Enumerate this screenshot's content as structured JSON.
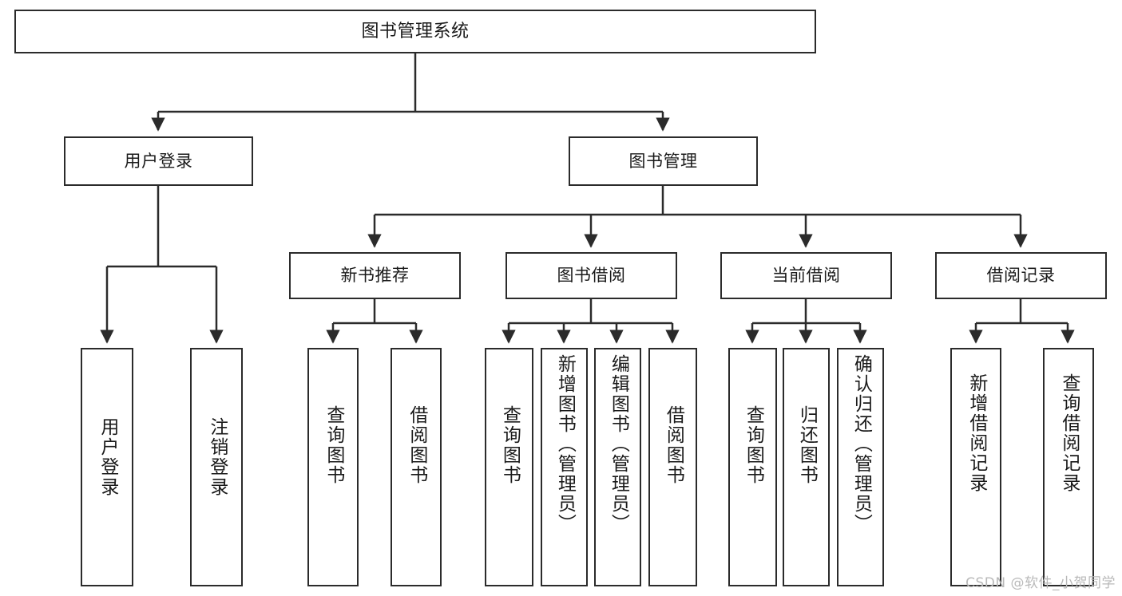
{
  "diagram": {
    "type": "tree-hierarchy-diagram",
    "title": "图书管理系统",
    "watermark": "CSDN @软件_小贺同学",
    "colors": {
      "stroke": "#2b2b2b",
      "fill": "#ffffff",
      "text": "#1a1a1a",
      "watermark": "#b9b9b9"
    },
    "nodes": {
      "root": {
        "label": "图书管理系统"
      },
      "level2": [
        {
          "id": "user-login",
          "label": "用户登录"
        },
        {
          "id": "book-management",
          "label": "图书管理"
        }
      ],
      "level3": [
        {
          "id": "new-book-recommend",
          "label": "新书推荐"
        },
        {
          "id": "book-borrow",
          "label": "图书借阅"
        },
        {
          "id": "current-borrow",
          "label": "当前借阅"
        },
        {
          "id": "borrow-record",
          "label": "借阅记录"
        }
      ],
      "leaves": {
        "user-login": [
          {
            "id": "leaf-user-login",
            "label": "用户登录"
          },
          {
            "id": "leaf-logout-login",
            "label": "注销登录"
          }
        ],
        "new-book-recommend": [
          {
            "id": "leaf-query-book-1",
            "label": "查询图书"
          },
          {
            "id": "leaf-borrow-book-1",
            "label": "借阅图书"
          }
        ],
        "book-borrow": [
          {
            "id": "leaf-query-book-2",
            "label": "查询图书"
          },
          {
            "id": "leaf-add-book",
            "label": "新增图书（管理员）"
          },
          {
            "id": "leaf-edit-book",
            "label": "编辑图书（管理员）"
          },
          {
            "id": "leaf-borrow-book-2",
            "label": "借阅图书"
          }
        ],
        "current-borrow": [
          {
            "id": "leaf-query-book-3",
            "label": "查询图书"
          },
          {
            "id": "leaf-return-book",
            "label": "归还图书"
          },
          {
            "id": "leaf-confirm-return",
            "label": "确认归还（管理员）"
          }
        ],
        "borrow-record": [
          {
            "id": "leaf-add-record",
            "label": "新增借阅记录"
          },
          {
            "id": "leaf-query-record",
            "label": "查询借阅记录"
          }
        ]
      }
    }
  }
}
